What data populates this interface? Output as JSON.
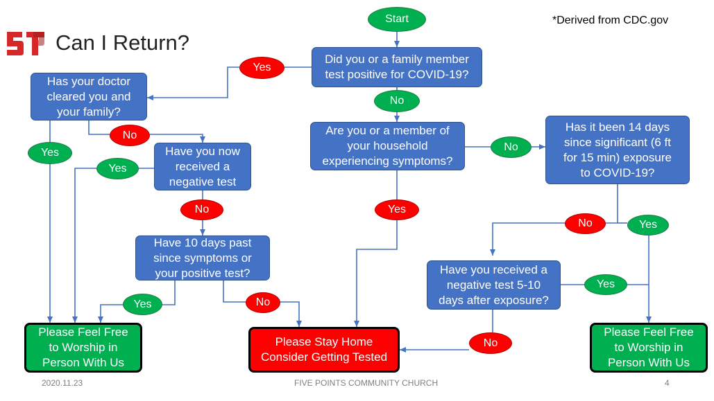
{
  "header": {
    "title": "Can I Return?",
    "source_note": "*Derived from CDC.gov",
    "logo_text": "5P"
  },
  "footer": {
    "date": "2020.11.23",
    "org": "FIVE POINTS COMMUNITY CHURCH",
    "page": "4"
  },
  "nodes": {
    "start": "Start",
    "q_test_positive": "Did you or a family member\ntest positive for COVID-19?",
    "q_doctor_cleared": "Has your doctor\ncleared you and\nyour family?",
    "q_negative_test_now": "Have you now\nreceived a\nnegative test",
    "q_ten_days": "Have 10 days past\nsince symptoms or\nyour positive test?",
    "q_symptoms": "Are you or a member of\nyour household\nexperiencing symptoms?",
    "q_fourteen_days": "Has it been 14 days\nsince significant (6 ft\nfor 15 min) exposure\nto COVID-19?",
    "q_negative_5_10": "Have you received a\nnegative test 5-10\ndays after exposure?",
    "end_worship_left": "Please Feel Free\nto Worship in\nPerson With Us",
    "end_stay_home": "Please Stay Home\nConsider Getting Tested",
    "end_worship_right": "Please Feel Free\nto Worship in\nPerson With Us"
  },
  "labels": {
    "yes_test_positive": "Yes",
    "no_test_positive": "No",
    "yes_doctor": "Yes",
    "no_doctor": "No",
    "yes_negative_now": "Yes",
    "no_negative_now": "No",
    "yes_ten_days": "Yes",
    "no_ten_days": "No",
    "yes_symptoms": "Yes",
    "no_symptoms": "No",
    "no_fourteen": "No",
    "yes_fourteen": "Yes",
    "yes_negative_5_10": "Yes",
    "no_negative_5_10": "No"
  },
  "colors": {
    "box": "#4472c4",
    "yes": "#00b050",
    "no": "#ff0000",
    "line": "#4472c4"
  }
}
